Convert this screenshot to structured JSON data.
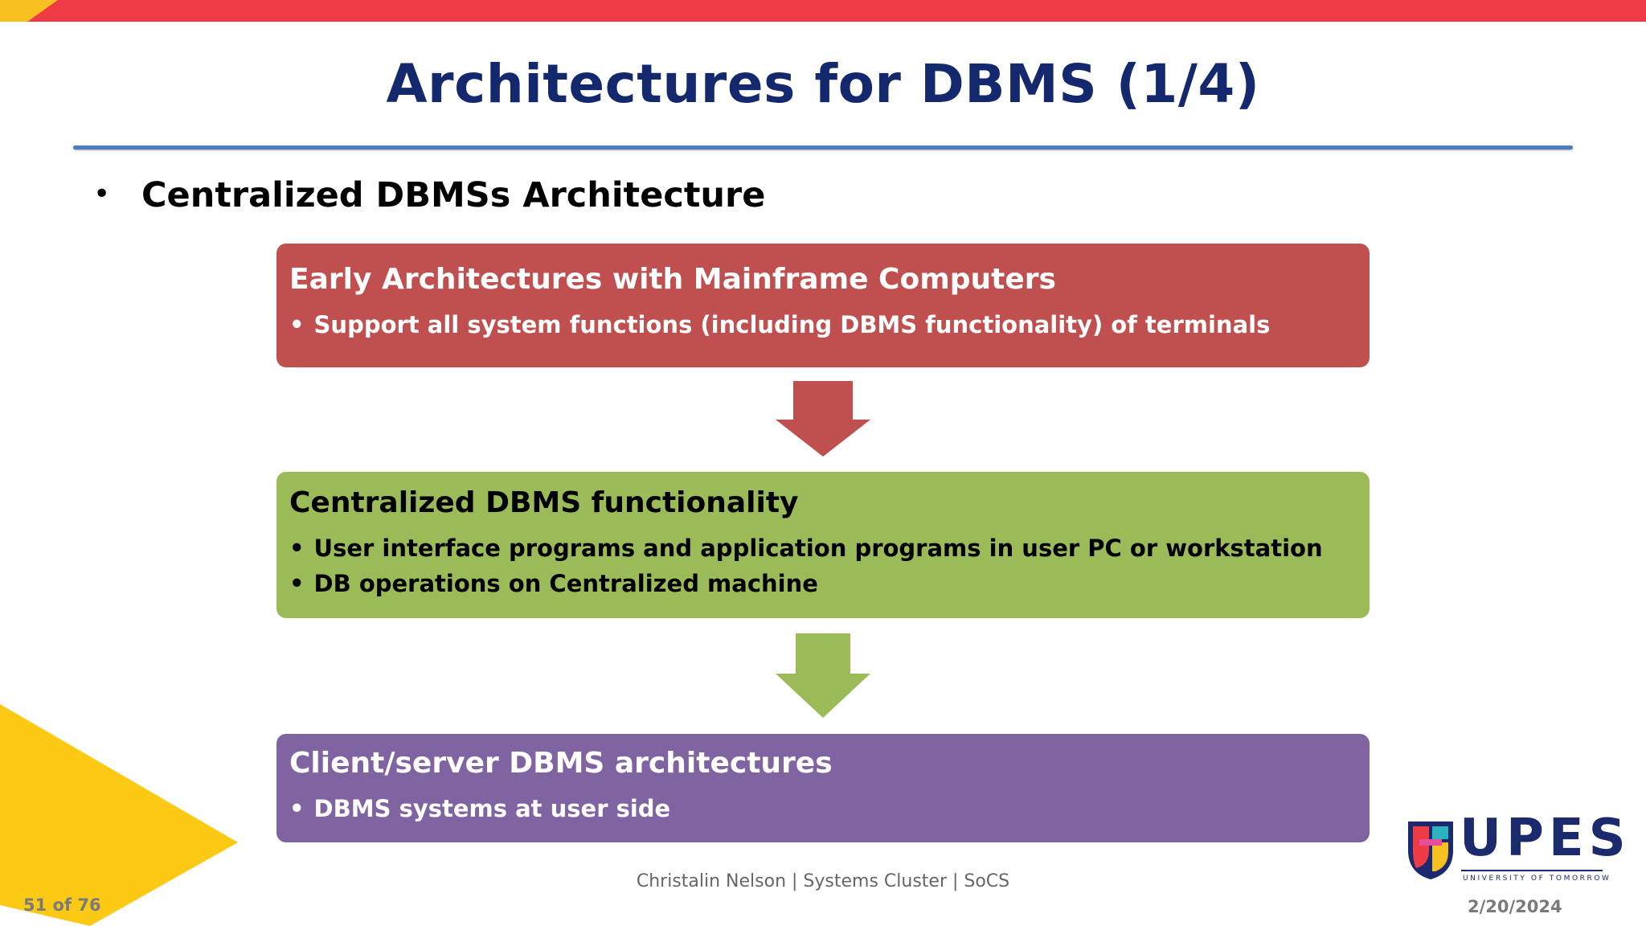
{
  "slide": {
    "title": "Architectures for DBMS (1/4)",
    "bullet": "Centralized DBMSs Architecture"
  },
  "boxes": [
    {
      "title": "Early Architectures with Mainframe Computers",
      "items": [
        "Support all system functions (including DBMS functionality) of terminals"
      ],
      "color": "#c0504f"
    },
    {
      "title": "Centralized DBMS functionality",
      "items": [
        "User interface programs and application programs in user PC or workstation",
        "DB operations on Centralized machine"
      ],
      "color": "#9bbb59"
    },
    {
      "title": "Client/server DBMS architectures",
      "items": [
        "DBMS systems at user side"
      ],
      "color": "#8064a2"
    }
  ],
  "arrows": [
    {
      "icon": "down-arrow-icon",
      "color": "#c0504f"
    },
    {
      "icon": "down-arrow-icon",
      "color": "#9bbb59"
    }
  ],
  "footer": {
    "presenter": "Christalin Nelson | Systems Cluster | SoCS",
    "page": "51 of 76",
    "date": "2/20/2024"
  },
  "logo": {
    "name": "UPES",
    "tagline": "UNIVERSITY OF TOMORROW"
  }
}
